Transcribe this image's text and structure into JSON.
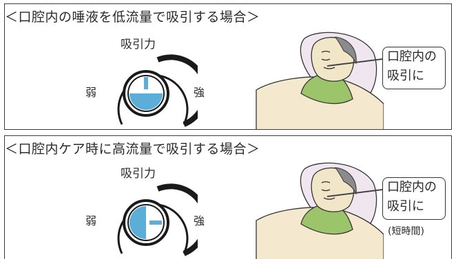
{
  "panels": [
    {
      "title": "＜口腔内の唾液を低流量で吸引する場合＞",
      "dial_label": "吸引力",
      "weak_label": "弱",
      "strong_label": "強",
      "setting": "low",
      "callout_line1": "口腔内の",
      "callout_line2": "吸引に",
      "note": ""
    },
    {
      "title": "＜口腔内ケア時に高流量で吸引する場合＞",
      "dial_label": "吸引力",
      "weak_label": "弱",
      "strong_label": "強",
      "setting": "high",
      "callout_line1": "口腔内の",
      "callout_line2": "吸引に",
      "note": "(短時間)"
    }
  ],
  "colors": {
    "dial_fill": "#5aaed8",
    "arc": "#1a1a1a",
    "hair": "#8b8b8b",
    "skin": "#f2e6c8",
    "shirt": "#9cc46a",
    "blanket": "#f4e9cf",
    "pillow": "#efe6f0"
  },
  "icons": [
    "suction-dial-icon",
    "patient-in-bed-illustration"
  ]
}
